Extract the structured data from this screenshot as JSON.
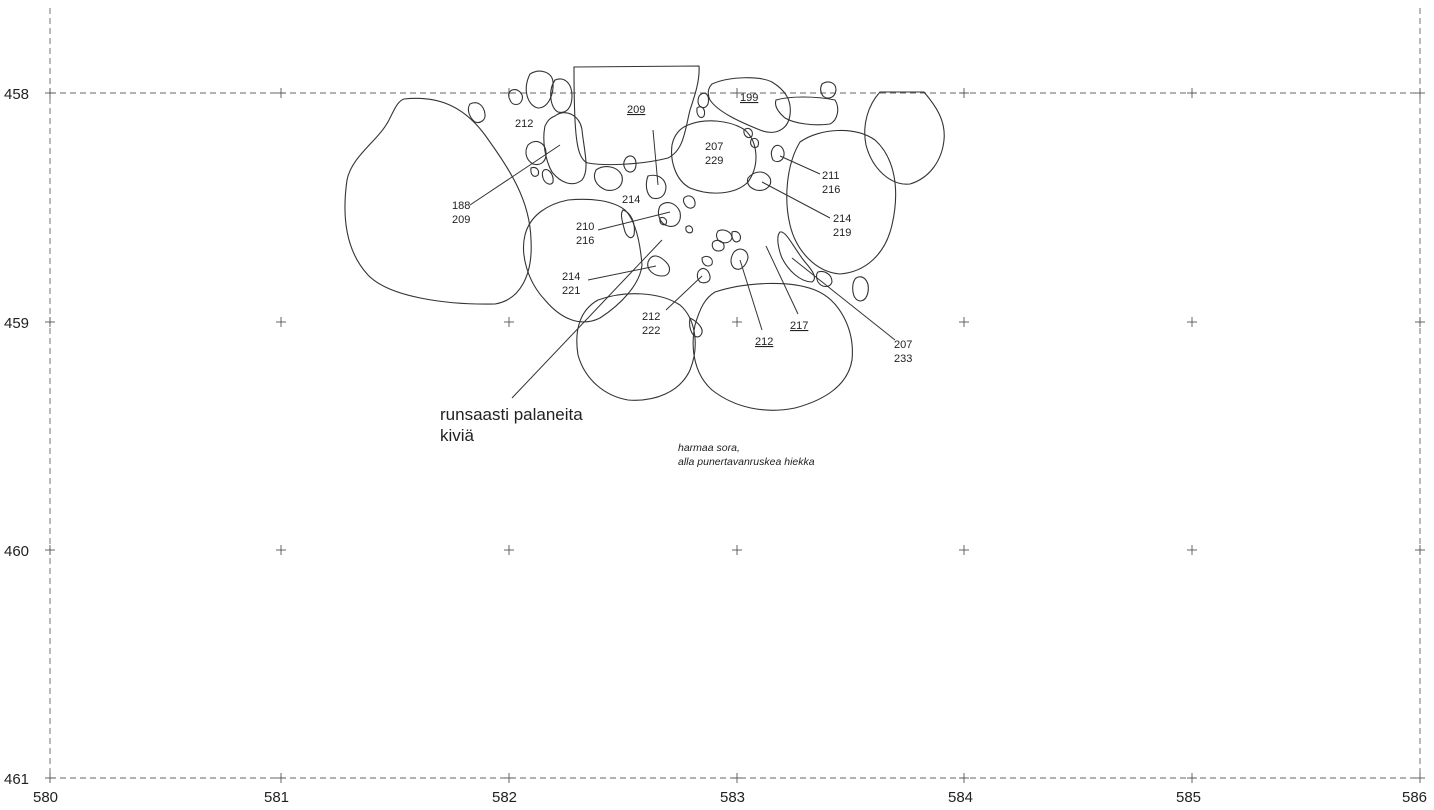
{
  "x_axis_labels": [
    "580",
    "581",
    "582",
    "583",
    "584",
    "585",
    "586"
  ],
  "y_axis_labels": [
    "458",
    "459",
    "460",
    "461"
  ],
  "stone_labels": {
    "l_212a": "212",
    "l_209": "209",
    "l_199": "199",
    "l_207_229a": "207",
    "l_207_229b": "229",
    "l_188_209a": "188",
    "l_188_209b": "209",
    "l_211_216a": "211",
    "l_211_216b": "216",
    "l_214": "214",
    "l_210_216a": "210",
    "l_210_216b": "216",
    "l_214_219a": "214",
    "l_214_219b": "219",
    "l_214_221a": "214",
    "l_214_221b": "221",
    "l_212_222a": "212",
    "l_212_222b": "222",
    "l_217": "217",
    "l_212b": "212",
    "l_207_233a": "207",
    "l_207_233b": "233"
  },
  "annotations": {
    "burnt_stones_line1": "runsaasti palaneita",
    "burnt_stones_line2": "kiviä",
    "soil_line1": "harmaa sora,",
    "soil_line2": "alla punertavanruskea hiekka"
  },
  "colors": {
    "ink": "#333333",
    "background": "#ffffff"
  }
}
